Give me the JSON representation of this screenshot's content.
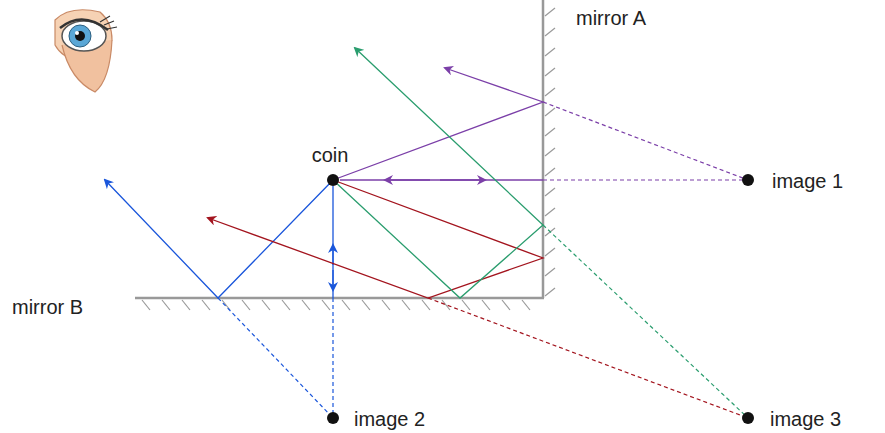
{
  "diagram": {
    "labels": [
      "mirror A",
      "coin",
      "image 1",
      "mirror B",
      "image 2",
      "image 3"
    ]
  }
}
